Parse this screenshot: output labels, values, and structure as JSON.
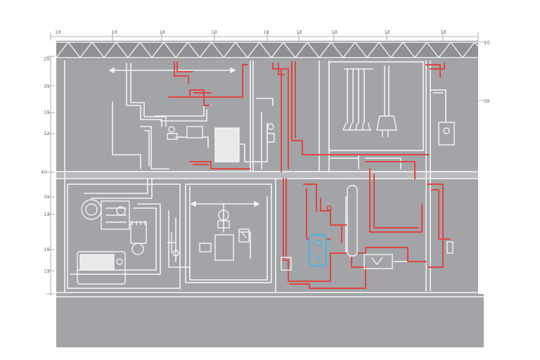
{
  "colors": {
    "background": "#ffffff",
    "building": "#a2a4a8",
    "building_dark": "#8e9095",
    "structure_line": "#ffffff",
    "pipe_red": "#e0453f",
    "pipe_white": "#f4f4f4",
    "accent_blue": "#49b3e6",
    "dimension": "#888888"
  },
  "dimensions": {
    "top": [
      "18",
      "18",
      "18",
      "18",
      "18",
      "18",
      "18",
      "18",
      "18",
      "10"
    ],
    "right": [
      "18",
      "38"
    ],
    "left": [
      "28",
      "31",
      "15",
      "12",
      "40",
      "31",
      "13",
      "15",
      "13"
    ]
  },
  "icons": {
    "hot_water_pipes": "red-pipe-icon",
    "cold_water_pipes": "white-pipe-icon",
    "fixtures": "faucet-icon",
    "boiler": "boiler-icon",
    "pump": "pump-icon",
    "tank": "tank-icon",
    "meter": "meter-icon"
  }
}
